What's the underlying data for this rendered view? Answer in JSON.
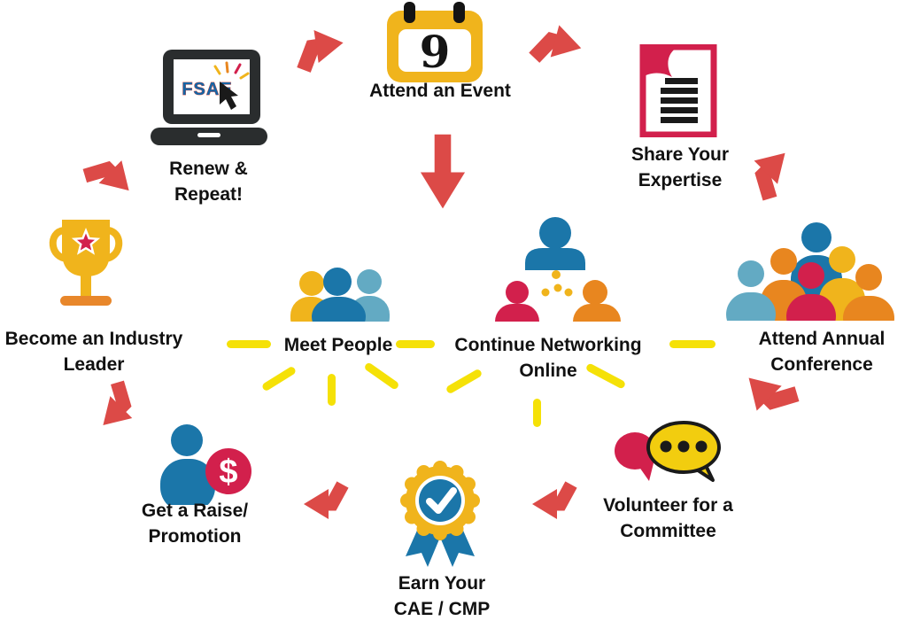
{
  "colors": {
    "arrow_red": "#DC4A47",
    "gold": "#F0B41C",
    "lemon": "#F5E107",
    "bubble_yellow": "#F2CD0F",
    "blue": "#1B76A9",
    "light_blue": "#63AAC3",
    "orange": "#E8861F",
    "crimson": "#D2204C",
    "dark": "#2A2D2E",
    "trophy_base_orange": "#E8872B",
    "text_black": "#111111",
    "logo_blue": "#1565A5",
    "logo_outline": "#E04838"
  },
  "nodes": [
    {
      "id": "attend-event",
      "icon": "calendar-icon",
      "calendar_day": "9",
      "lines": [
        "Attend an Event"
      ]
    },
    {
      "id": "share-expertise",
      "icon": "document-icon",
      "lines": [
        "Share Your",
        "Expertise"
      ]
    },
    {
      "id": "attend-annual-conference",
      "icon": "people-group-icon",
      "lines": [
        "Attend Annual",
        "Conference"
      ]
    },
    {
      "id": "volunteer-committee",
      "icon": "speech-bubbles-icon",
      "lines": [
        "Volunteer for a",
        "Committee"
      ]
    },
    {
      "id": "earn-cae-cmp",
      "icon": "award-badge-icon",
      "lines": [
        "Earn Your",
        "CAE / CMP"
      ]
    },
    {
      "id": "get-raise-promotion",
      "icon": "person-dollar-icon",
      "dollar_sign": "$",
      "lines": [
        "Get a Raise/",
        "Promotion"
      ]
    },
    {
      "id": "become-industry-leader",
      "icon": "trophy-icon",
      "lines": [
        "Become an Industry",
        "Leader"
      ]
    },
    {
      "id": "renew-repeat",
      "icon": "laptop-icon",
      "laptop_logo": "FSAE",
      "lines": [
        "Renew &",
        "Repeat!"
      ]
    }
  ],
  "center_nodes": [
    {
      "id": "meet-people",
      "icon": "people-trio-icon",
      "lines": [
        "Meet People"
      ]
    },
    {
      "id": "continue-networking-online",
      "icon": "network-people-icon",
      "lines": [
        "Continue Networking",
        "Online"
      ]
    }
  ]
}
